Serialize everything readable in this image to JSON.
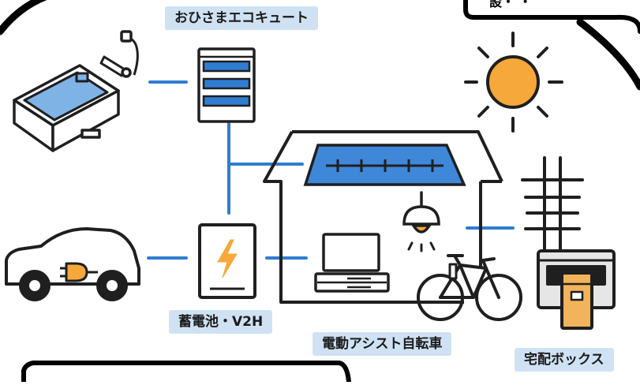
{
  "labels": {
    "ecocute": "おひさまエコキュート",
    "battery": "蓄電池・V2H",
    "bicycle": "電動アシスト自転車",
    "delivery": "宅配ボックス"
  },
  "colors": {
    "accent_blue": "#2f7dd1",
    "panel_blue": "#3f87d9",
    "label_bg": "#cfe2f3",
    "sun_orange": "#f7a83a",
    "lightning_orange": "#f7a83a",
    "box_orange": "#f2b35a",
    "outline": "#1f1f1f"
  },
  "icons": [
    "bathtub-icon",
    "ecocute-unit-icon",
    "sun-icon",
    "house-icon",
    "solar-panel-icon",
    "ceiling-lamp-icon",
    "computer-icon",
    "electric-car-icon",
    "battery-v2h-icon",
    "bicycle-icon",
    "utility-pole-icon",
    "delivery-box-icon"
  ]
}
